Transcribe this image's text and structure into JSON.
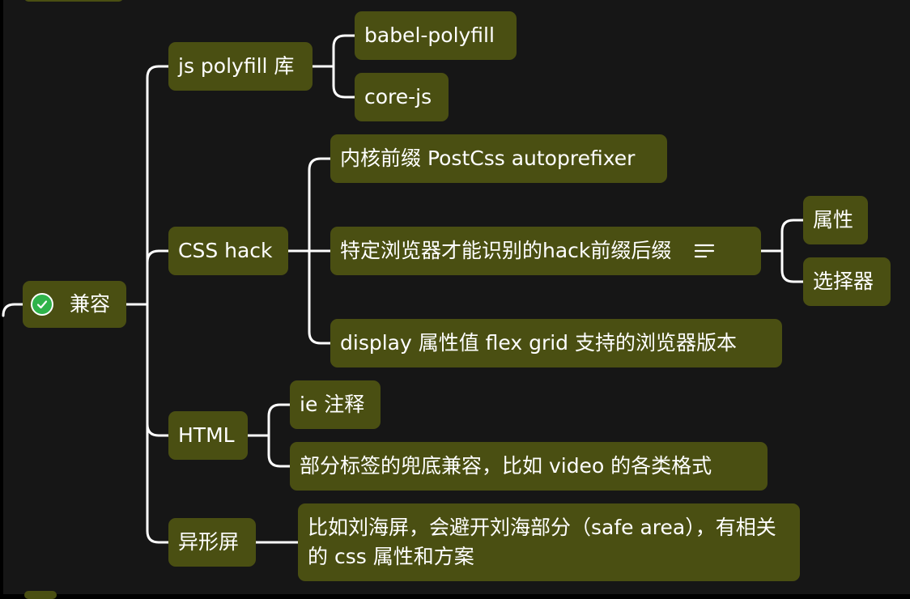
{
  "root": {
    "label": "兼容",
    "icon": "check-circle-icon"
  },
  "branches": [
    {
      "label": "js polyfill 库",
      "children": [
        "babel-polyfill",
        "core-js"
      ]
    },
    {
      "label": "CSS hack",
      "children": [
        {
          "label": "内核前缀 PostCss autoprefixer"
        },
        {
          "label": "特定浏览器才能识别的hack前缀后缀",
          "note_icon": "notes-icon",
          "children": [
            "属性",
            "选择器"
          ]
        },
        {
          "label": "display 属性值 flex grid 支持的浏览器版本"
        }
      ]
    },
    {
      "label": "HTML",
      "children": [
        "ie 注释",
        "部分标签的兜底兼容，比如 video 的各类格式"
      ]
    },
    {
      "label": "异形屏",
      "children": [
        "比如刘海屏，会避开刘海部分（safe area），有相关的 css 属性和方案"
      ]
    }
  ],
  "colors": {
    "node_fill": "#4a4f12",
    "line": "#ffffff",
    "background": "#161616",
    "check": "#2fb34a"
  }
}
